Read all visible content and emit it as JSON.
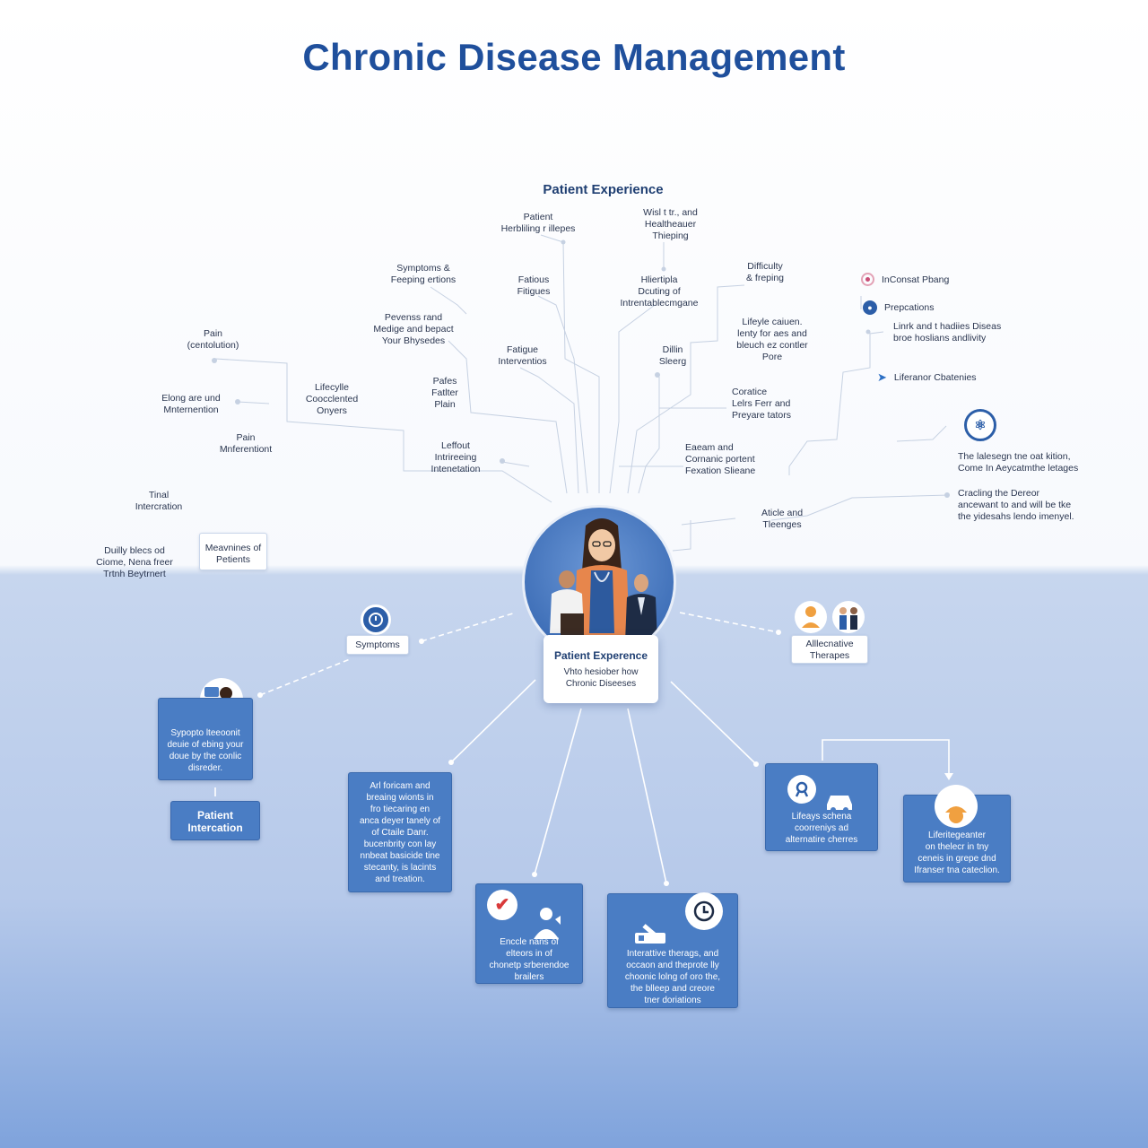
{
  "title": "Chronic Disease Management",
  "subtitle": "Patient Experience",
  "branch_labels": [
    "Patient\nHerbliling r illepes",
    "Wisl t tr., and\nHealtheauer\nThieping",
    "Symptoms &\nFeeping ertions",
    "Fatious\nFitigues",
    "Hliertipla\nDcuting of\nIntrentablecmgane",
    "Difficulty\n& freping",
    "Pevenss rand\nMedige and bepact\nYour Bhysedes",
    "Lifeyle caiuen.\nlenty for aes and\nbleuch ez contler\nPore",
    "Pain\n(centolution)",
    "Fatigue\nInterventios",
    "Dillin\nSleerg",
    "Lifecylle\nCoocclented\nOnyers",
    "Pafes\nFatlter\nPlain",
    "Elong are und\nMnternention",
    "Coratice\nLelrs Ferr and\nPreyare tators",
    "Pain\nMnferentiont",
    "Leffout\nIntrireeing\nIntenetation",
    "Eaeam and\nCornanic portent\nFexation Slieane",
    "Tinal\nIntercration",
    "Aticle and\nTleenges",
    "Duilly blecs od\nCiome, Nena freer\nTrtnh Beytrnert"
  ],
  "tag_meanings": "Meavnines of\nPetients",
  "legend": [
    {
      "icon": "target-icon",
      "label": "InConsat Pbang"
    },
    {
      "icon": "badge-icon",
      "label": "Prepcations"
    },
    {
      "icon": "none",
      "label": "Linrk and t hadiies Diseas\nbroe hoslians andlivity"
    },
    {
      "icon": "bird-icon",
      "label": "Liferanor Cbatenies"
    }
  ],
  "right_notes": [
    "The lalesegn tne oat kition,\nCome In Aeycatmthe letages",
    "Cracling the Dereor\nancewant to and will be tke\nthe yidesahs lendo imenyel."
  ],
  "center": {
    "heading": "Patient Experence",
    "text": "Vhto hesiober how\nChronic Diseeses"
  },
  "nodes": {
    "symptoms": "Symptoms",
    "alternative": "Alllecnative\nTherapes",
    "card_left": "Sypopto lteeoonit\ndeuie of ebing your\ndoue by the conlic\ndisreder.",
    "patient_interaction": "Patient\nIntercation",
    "card_mid_left": "Arl foricam and\nbreaing wionts in\nfro tiecaring en\nanca deyer tanely of\nof Ctaile Danr.\nbucenbrity con lay\nnnbeat basicide tine\nstecanty, is lacints\nand treation.",
    "card_bottom_left": "Enccle nans of\nelteors in of\nchonetp srberendoe\nbrailers",
    "card_bottom_center": "Interattive therags, and\noccaon and theprote lly\nchoonic lolng of oro the,\nthe blleep and creore\ntner doriations",
    "card_right": "Lifeays schena\ncoorreniys ad\nalternatire cherres",
    "card_far_right": "Liferitegeanter\non thelecr in tny\nceneis in grepe dnd\nIfranser tna cateclion."
  },
  "colors": {
    "accent": "#1f4f9c",
    "card": "#4a7dc4"
  }
}
